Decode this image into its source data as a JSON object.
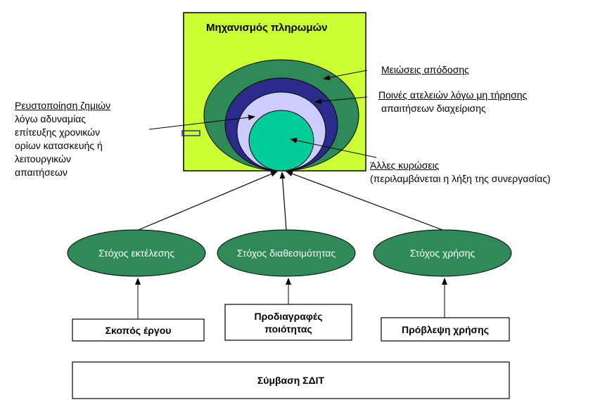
{
  "colors": {
    "panel_fill": "#CCFF33",
    "ring_outer": "#2E8B57",
    "ring_middle": "#2B2B8C",
    "ring_inner": "#CCCCFF",
    "core": "#00CC99",
    "goal_ellipse": "#2E8B57",
    "line": "#000000"
  },
  "panel": {
    "title": "Μηχανισμός πληρωμών"
  },
  "labels": {
    "reduction_title": "Μειώσεις απόδοσης",
    "penalty_line1": "Ποινές ατελειών λόγω μη τήρησης",
    "penalty_line2": "απαιτήσεων διαχείρισης",
    "liquidated_title": "Ρευστοποίηση ζημιών",
    "liquidated_line1": "λόγω αδυναμίας",
    "liquidated_line2": "επίτευξης χρονικών",
    "liquidated_line3": "ορίων κατασκευής ή",
    "liquidated_line4": "λειτουργικών",
    "liquidated_line5": "απαιτήσεων",
    "other_title": "Άλλες κυρώσεις",
    "other_line1": "(περιλαμβάνεται η λήξη της συνεργασίας)"
  },
  "goals": {
    "performance": "Στόχος εκτέλεσης",
    "availability": "Στόχος διαθεσιμότητας",
    "usage": "Στόχος χρήσης"
  },
  "boxes": {
    "project_purpose": "Σκοπός έργου",
    "quality_line1": "Προδιαγραφές",
    "quality_line2": "ποιότητας",
    "usage_forecast": "Πρόβλεψη χρήσης",
    "contract": "Σύμβαση ΣΔΙΤ"
  }
}
